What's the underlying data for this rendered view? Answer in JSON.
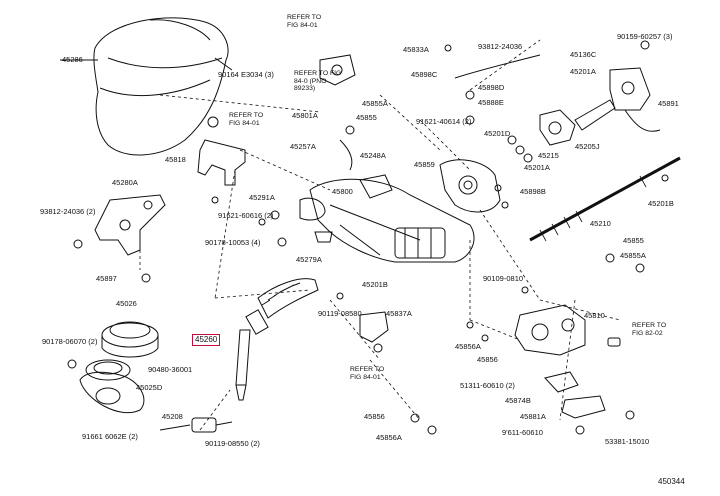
{
  "diagram": {
    "highlight_color": "#c0103a",
    "highlighted_part": "45260",
    "figure_code": "450344",
    "parts": {
      "p45286": "45286",
      "p90164": "90164 E3034 (3)",
      "p45818": "45818",
      "p45280A": "45280A",
      "p93812a": "93812-24036 (2)",
      "p45897": "45897",
      "p45026": "45026",
      "p90178": "90178-06070 (2)",
      "p90480": "90480-36001",
      "p45025D": "45025D",
      "p91661": "91661 6062E (2)",
      "p45208": "45208",
      "p90119a": "90119-08550 (2)",
      "p45260": "45260",
      "p90119b": "90119-08580",
      "p45201B_mid": "45201B",
      "p45837A": "45837A",
      "p45279A": "45279A",
      "p90178b": "90178-10053 (4)",
      "p91621a": "91621-60616 (2)",
      "p45291A": "45291A",
      "p45800": "45800",
      "p45248A": "45248A",
      "p45257A": "45257A",
      "p45855": "45855",
      "p45801A": "45801A",
      "p45855A_top": "45855A",
      "p45859": "45859",
      "p91621b": "91621-40614 (2)",
      "p45833A": "45833A",
      "p93812b": "93812-24036",
      "p45898C": "45898C",
      "p45898D": "45898D",
      "p45888E": "45888E",
      "p45201D": "45201D",
      "p45215": "45215",
      "p45201A_mid": "45201A",
      "p45898B": "45898B",
      "p45136C": "45136C",
      "p90159": "90159-60257 (3)",
      "p45201A_top": "45201A",
      "p45891": "45891",
      "p45205J": "45205J",
      "p45201B_right": "45201B",
      "p45210": "45210",
      "p45855_right": "45855",
      "p45855A_right": "45855A",
      "p90109": "90109-0810",
      "p45810": "45810",
      "p45856A_a": "45856A",
      "p45856": "45856",
      "p51311": "51311-60610 (2)",
      "p45874B": "45874B",
      "p45881A": "45881A",
      "p91611": "9'611-60610",
      "p53381": "53381-15010",
      "p45856_bottom": "45856",
      "p45856A_bottom": "45856A"
    },
    "refs": {
      "r1": "REFER TO FIG 84-01",
      "r2": "REFER TO FIG 84-01",
      "r3": "REFER TO FIG 84-0 (PNO 89233)",
      "r4": "REFER TO FIG 84-01",
      "r5": "REFER TO FIG 82-02"
    }
  }
}
